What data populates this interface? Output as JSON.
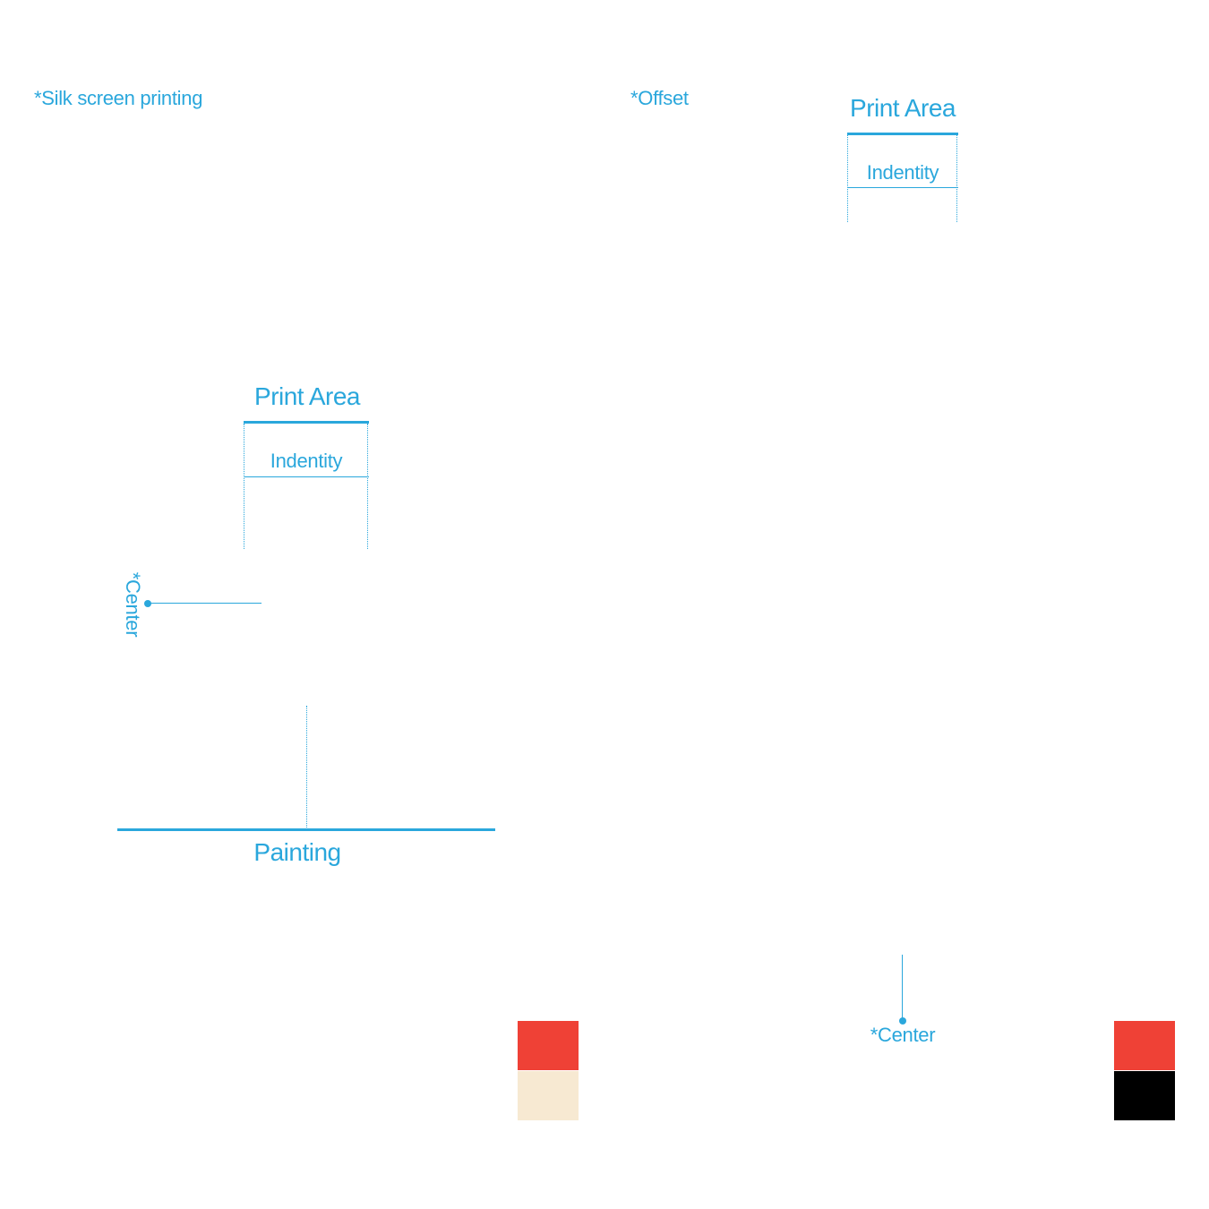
{
  "left_panel": {
    "title": "*Silk screen printing",
    "print_area": "Print Area",
    "identity": "Indentity",
    "center": "*Center",
    "painting": "Painting",
    "swatches": [
      "#ef4136",
      "#f7e9d2"
    ]
  },
  "right_panel": {
    "title": "*Offset",
    "print_area": "Print Area",
    "identity": "Indentity",
    "center": "*Center",
    "swatches": [
      "#ef4136",
      "#000000"
    ]
  },
  "accent_color": "#2aa7dc"
}
